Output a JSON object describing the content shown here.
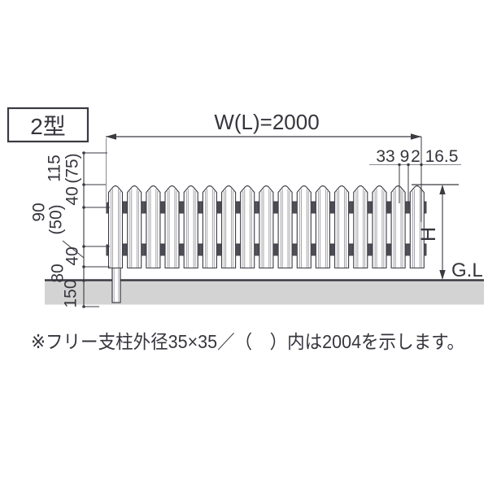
{
  "diagram": {
    "model_label": "2型",
    "dims": {
      "width": "W(L)=2000",
      "picket_top": "115",
      "picket_top_paren": "(75)",
      "upper_rail": "40",
      "rail_gap": "90",
      "rail_gap_paren": "(50)",
      "lower_rail": "40",
      "ground_clearance": "80",
      "embedment": "150",
      "picket_width": "33",
      "picket_gap": "9",
      "clip_thickness": "2",
      "end_offset": "16.5",
      "height": "H",
      "ground_level": "G.L"
    },
    "note": "※フリー支柱外径35×35／（　）内は2004を示します。"
  },
  "colors": {
    "line": "#3a3a42",
    "text": "#35353d",
    "ground": "#d3d3d3",
    "rail": "#b5b5b5"
  }
}
